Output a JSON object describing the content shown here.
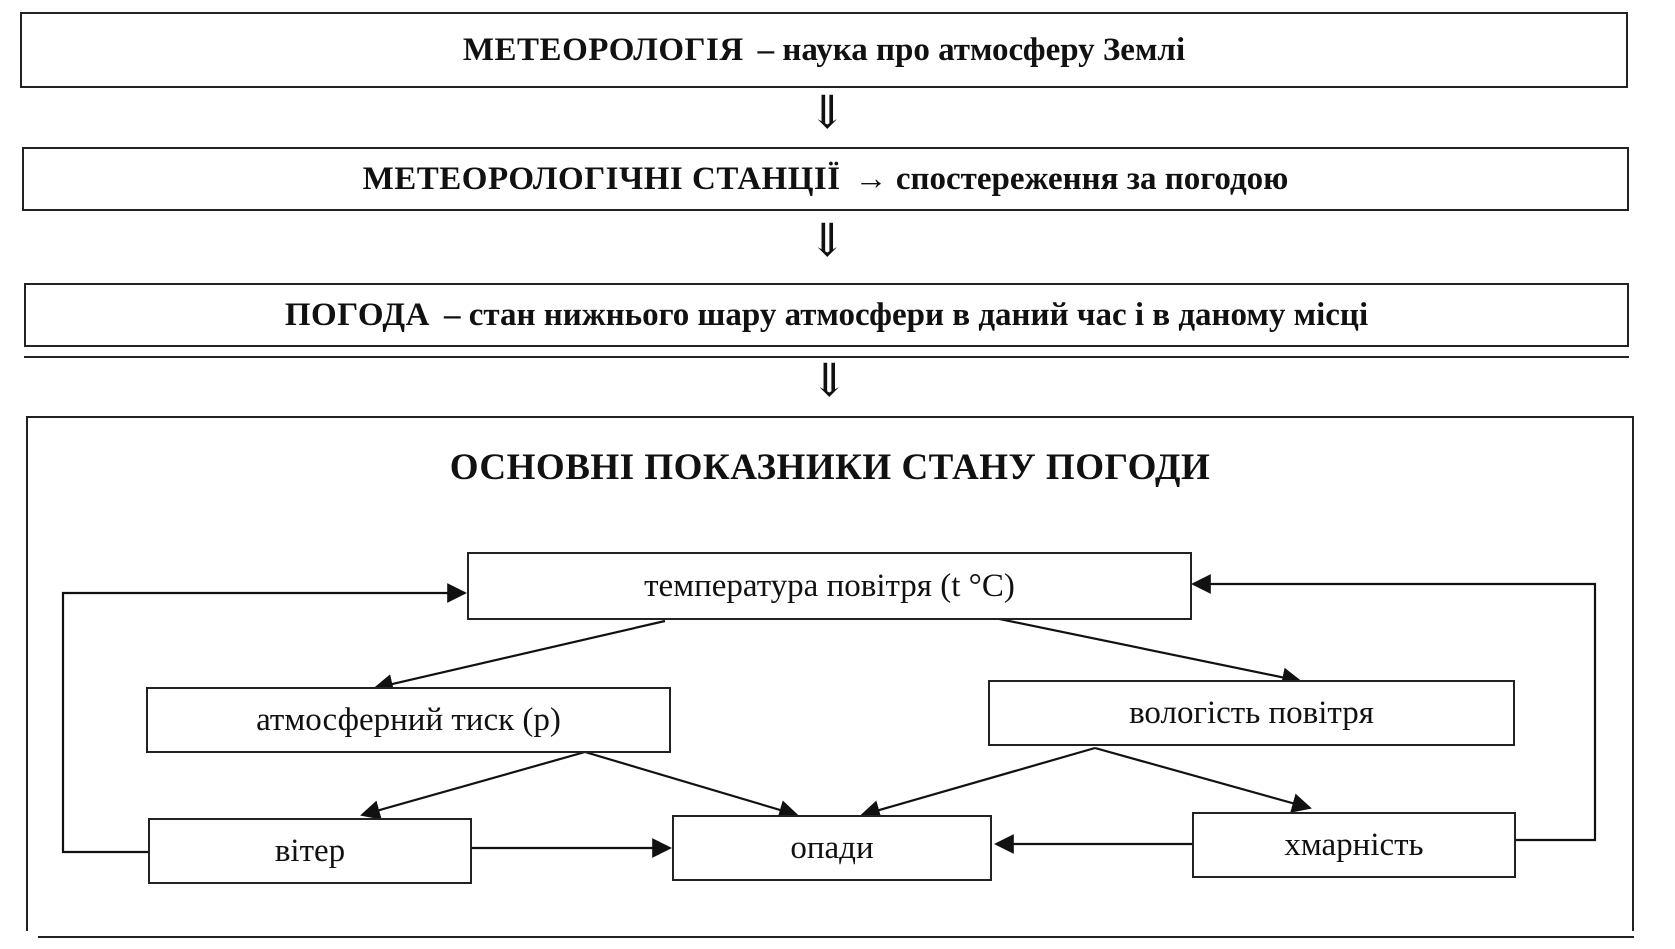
{
  "banners": {
    "meteorology": {
      "head": "МЕТЕОРОЛОГІЯ",
      "rest": "– наука про атмосферу Землі"
    },
    "stations": {
      "head": "МЕТЕОРОЛОГІЧНІ СТАНЦІЇ",
      "rest": "→ спостереження за погодою"
    },
    "weather": {
      "head": "ПОГОДА",
      "rest": "– стан нижнього шару атмосфери в даний час і в даному місці"
    }
  },
  "flow_arrow": "⇓",
  "indicators": {
    "title": "ОСНОВНІ ПОКАЗНИКИ СТАНУ ПОГОДИ",
    "nodes": {
      "temperature": "температура повітря (t °C)",
      "pressure": "атмосферний тиск (p)",
      "humidity": "вологість повітря",
      "wind": "вітер",
      "precipitation": "опади",
      "cloudiness": "хмарність"
    }
  }
}
